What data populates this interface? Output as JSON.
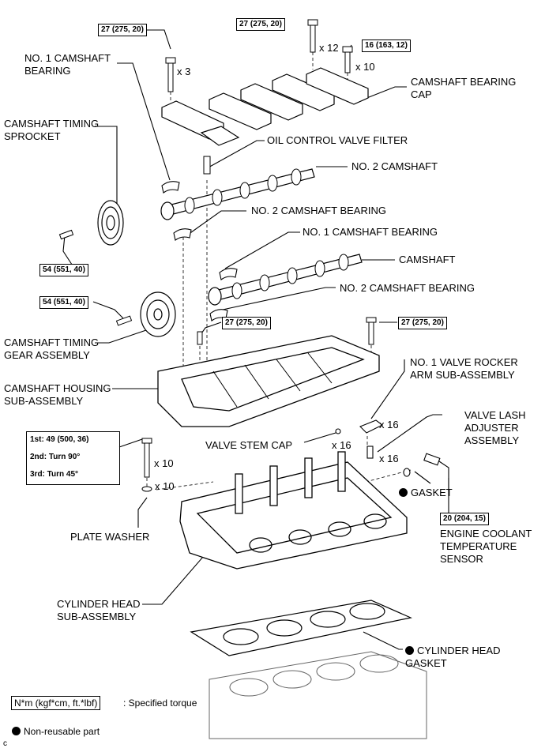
{
  "labels": {
    "no1_camshaft_bearing_top": "NO. 1 CAMSHAFT\nBEARING",
    "camshaft_timing_sprocket": "CAMSHAFT TIMING\nSPROCKET",
    "camshaft_bearing_cap": "CAMSHAFT BEARING\nCAP",
    "oil_control_valve_filter": "OIL CONTROL VALVE FILTER",
    "no2_camshaft": "NO. 2 CAMSHAFT",
    "no2_camshaft_bearing_upper": "NO. 2 CAMSHAFT BEARING",
    "no1_camshaft_bearing_mid": "NO. 1 CAMSHAFT BEARING",
    "camshaft": "CAMSHAFT",
    "no2_camshaft_bearing_lower": "NO. 2 CAMSHAFT BEARING",
    "camshaft_timing_gear_assembly": "CAMSHAFT TIMING\nGEAR ASSEMBLY",
    "camshaft_housing_sub_assembly": "CAMSHAFT HOUSING\nSUB-ASSEMBLY",
    "no1_valve_rocker_arm": "NO. 1 VALVE ROCKER\nARM SUB-ASSEMBLY",
    "valve_lash_adjuster": "VALVE LASH\nADJUSTER\nASSEMBLY",
    "valve_stem_cap": "VALVE STEM CAP",
    "gasket": "GASKET",
    "engine_coolant_temperature_sensor": "ENGINE COOLANT\nTEMPERATURE\nSENSOR",
    "plate_washer": "PLATE WASHER",
    "cylinder_head_sub_assembly": "CYLINDER HEAD\nSUB-ASSEMBLY",
    "cylinder_head_gasket": "CYLINDER HEAD\nGASKET"
  },
  "torques": {
    "bolt_left_cap": "27 (275, 20)",
    "bolt_cap_x12": "27 (275, 20)",
    "bolt_cap_x10": "16 (163, 12)",
    "sprocket_bolt": "54 (551, 40)",
    "gear_bolt": "54 (551, 40)",
    "housing_bolt_left": "27 (275, 20)",
    "housing_bolt_right": "27 (275, 20)",
    "coolant_sensor": "20 (204, 15)"
  },
  "multipliers": {
    "x3": "x 3",
    "x12": "x 12",
    "x10_cap": "x 10",
    "x16_rocker": "x 16",
    "x16_stemcap": "x 16",
    "x16_lash": "x 16",
    "x10_headbolt": "x 10",
    "x10_washer": "x 10"
  },
  "head_bolt_steps": {
    "step1": "1st: 49 (500, 36)",
    "step2": "2nd: Turn 90°",
    "step3": "3rd: Turn 45°"
  },
  "legend": {
    "torque_unit": "N*m (kgf*cm, ft.*lbf)",
    "torque_desc": ": Specified torque",
    "nonreusable": "Non-reusable part"
  },
  "corner_mark": "c"
}
